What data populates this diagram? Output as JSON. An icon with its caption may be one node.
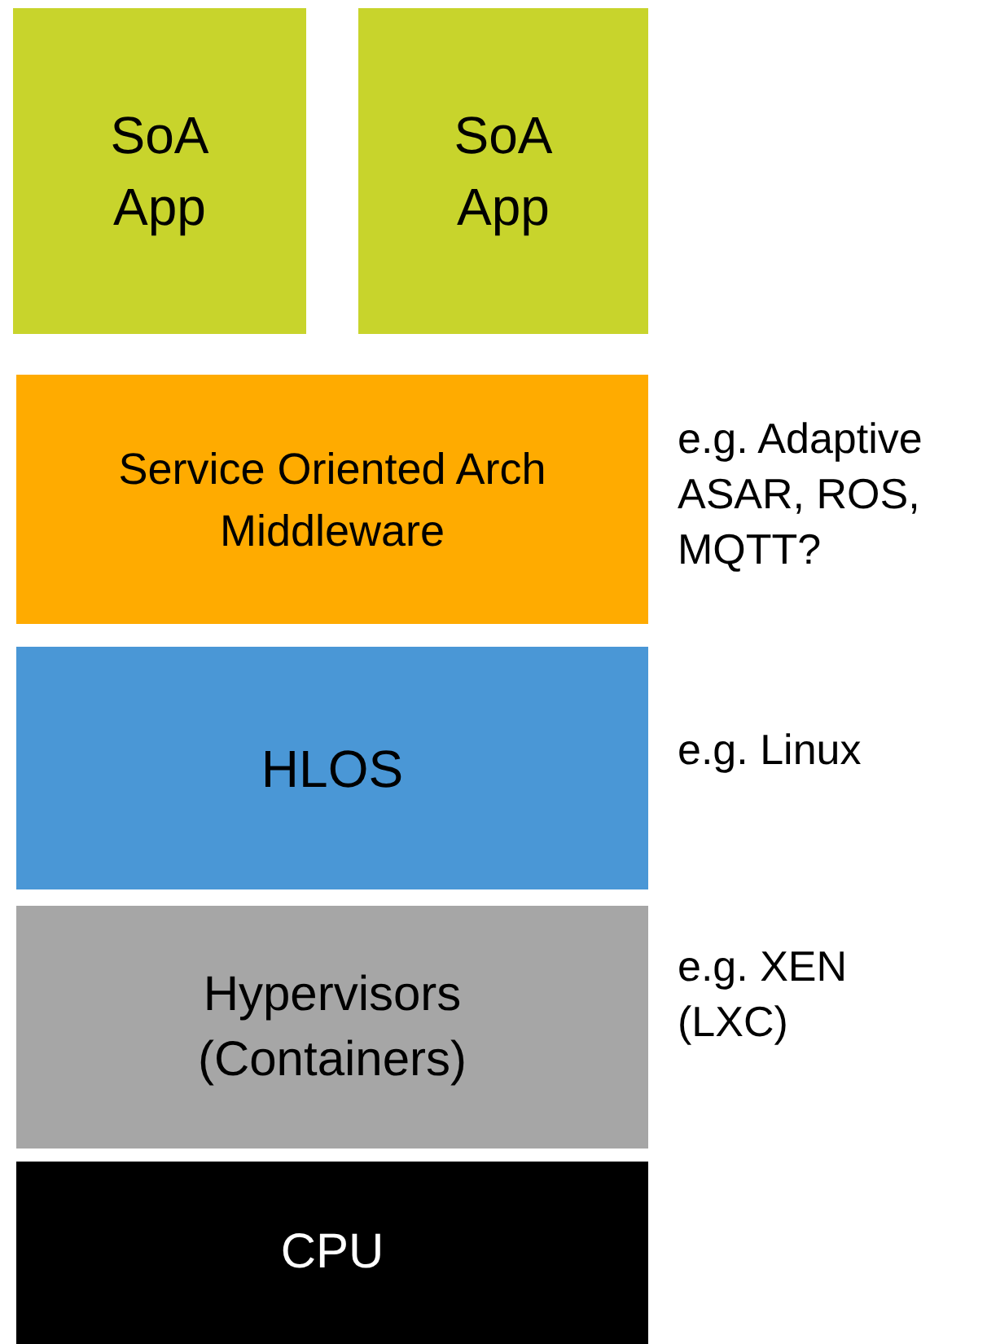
{
  "diagram": {
    "nodes": [
      {
        "text": [
          "SoA App"
        ]
      },
      {
        "text": [
          "SoA App"
        ]
      },
      {
        "text": [
          "Service Oriented Arch Middleware"
        ],
        "beside": [
          "e.g. Adaptive ASAR, ROS, MQTT?"
        ]
      },
      {
        "text": [
          "HLOS"
        ],
        "beside": [
          "e.g. Linux"
        ]
      },
      {
        "text": [
          "Hypervisors (Containers)"
        ],
        "beside": [
          "e.g. XEN (LXC)"
        ]
      },
      {
        "text": [
          "CPU"
        ]
      }
    ]
  }
}
